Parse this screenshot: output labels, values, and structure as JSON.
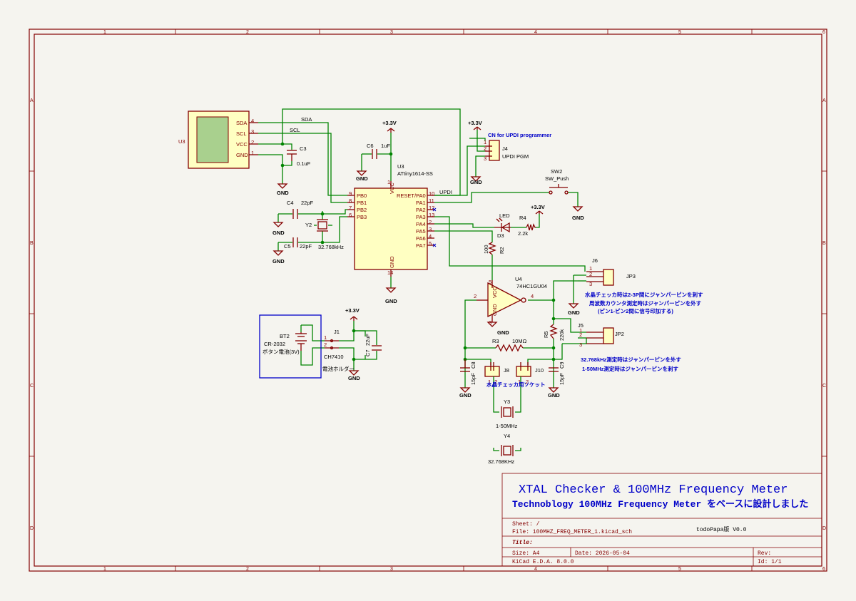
{
  "frame": {
    "col_labels": [
      "1",
      "2",
      "3",
      "4",
      "5",
      "6"
    ],
    "row_labels": [
      "A",
      "B",
      "C",
      "D"
    ]
  },
  "u3_oled": {
    "ref": "U3",
    "pins": [
      {
        "num": "4",
        "name": "SDA"
      },
      {
        "num": "3",
        "name": "SCL"
      },
      {
        "num": "2",
        "name": "VCC"
      },
      {
        "num": "1",
        "name": "GND"
      }
    ]
  },
  "mcu": {
    "ref": "U3",
    "part": "ATtiny1614-SS",
    "vcc_label": "VCC",
    "gnd_label": "GND",
    "left_pins": [
      {
        "num": "9",
        "name": "PB0"
      },
      {
        "num": "8",
        "name": "PB1"
      },
      {
        "num": "7",
        "name": "PB2"
      },
      {
        "num": "6",
        "name": "PB3"
      }
    ],
    "right_pins": [
      {
        "num": "10",
        "name": "RESET/PA0"
      },
      {
        "num": "11",
        "name": "PA1"
      },
      {
        "num": "12",
        "name": "PA2"
      },
      {
        "num": "13",
        "name": "PA3"
      },
      {
        "num": "2",
        "name": "PA4"
      },
      {
        "num": "3",
        "name": "PA5"
      },
      {
        "num": "4",
        "name": "PA6"
      },
      {
        "num": "5",
        "name": "PA7"
      }
    ],
    "vcc_pin": "1",
    "gnd_pin": "14"
  },
  "nets": {
    "sda": "SDA",
    "scl": "SCL",
    "updi": "UPDI",
    "v33": "+3.3V",
    "gnd": "GND"
  },
  "parts": {
    "c3": {
      "ref": "C3",
      "val": "0.1uF"
    },
    "c4": {
      "ref": "C4",
      "val": "22pF"
    },
    "c5": {
      "ref": "C5",
      "val": "22pF"
    },
    "c6": {
      "ref": "C6",
      "val": "1uF"
    },
    "c7": {
      "ref": "C7",
      "val": "22uF"
    },
    "c8": {
      "ref": "C8",
      "val": "15pF"
    },
    "c9": {
      "ref": "C9",
      "val": "15pF"
    },
    "y2": {
      "ref": "Y2",
      "val": "32.768kHz"
    },
    "y3": {
      "ref": "Y3",
      "val": "1-50MHz"
    },
    "y4": {
      "ref": "Y4",
      "val": "32.768KHz"
    },
    "j4": {
      "ref": "J4",
      "val": "UPDI PGM",
      "note": "CN for UPDI programmer",
      "pins": [
        "1",
        "2",
        "3"
      ]
    },
    "sw2": {
      "ref": "SW2",
      "val": "SW_Push"
    },
    "led": {
      "ref": "D3",
      "val": "LED"
    },
    "r4": {
      "ref": "R4",
      "val": "2.2k"
    },
    "r2": {
      "ref": "R2",
      "val": "100"
    },
    "r3": {
      "ref": "R3",
      "val": "10MΩ"
    },
    "r5": {
      "ref": "R5",
      "val": "220k"
    },
    "u4": {
      "ref": "U4",
      "val": "74HC1GU04",
      "vcc": "VCC",
      "gnd": "GND",
      "pins": [
        "5",
        "2",
        "4",
        "3"
      ]
    },
    "j6": {
      "ref": "J6",
      "val": "JP3",
      "pins": [
        "1",
        "2",
        "3"
      ]
    },
    "j5": {
      "ref": "J5",
      "val": "JP2",
      "pins": [
        "1",
        "2",
        "3"
      ]
    },
    "j8": {
      "ref": "J8",
      "pins": [
        "1",
        "2"
      ]
    },
    "j10": {
      "ref": "J10",
      "pins": [
        "1",
        "2"
      ]
    },
    "bt2": {
      "ref": "BT2",
      "val": "CR-2032",
      "note": "ボタン電池(3V)"
    },
    "j1": {
      "ref": "J1",
      "val": "CH7410",
      "note": "電池ホルダー",
      "pins": [
        "1",
        "2"
      ]
    }
  },
  "notes": {
    "jp3_a": "水晶チェッカ時は2-3P間にジャンパーピンを刺す",
    "jp3_b": "周波数カウンタ測定時はジャンパーピンを外す",
    "jp3_c": "(ピン1-ピン2間に信号印加する)",
    "jp2_a": "32.768kHz測定時はジャンパーピンを外す",
    "jp2_b": "1-50MHz測定時はジャンパーピンを刺す",
    "socket": "水晶チェッカ用ソケット"
  },
  "title_block": {
    "line1": "XTAL Checker & 100MHz Frequency Meter",
    "line2": "Technoblogy 100MHz Frequency Meter をベースに設計しました",
    "sheet": "Sheet: /",
    "file": "File: 100MHZ_FREQ_METER_1.kicad_sch",
    "version": "todoPapa版 V0.0",
    "title": "Title:",
    "size": "Size: A4",
    "date": "Date: 2026-05-04",
    "rev": "Rev:",
    "kicad": "KiCad E.D.A. 8.0.0",
    "id": "Id: 1/1"
  }
}
